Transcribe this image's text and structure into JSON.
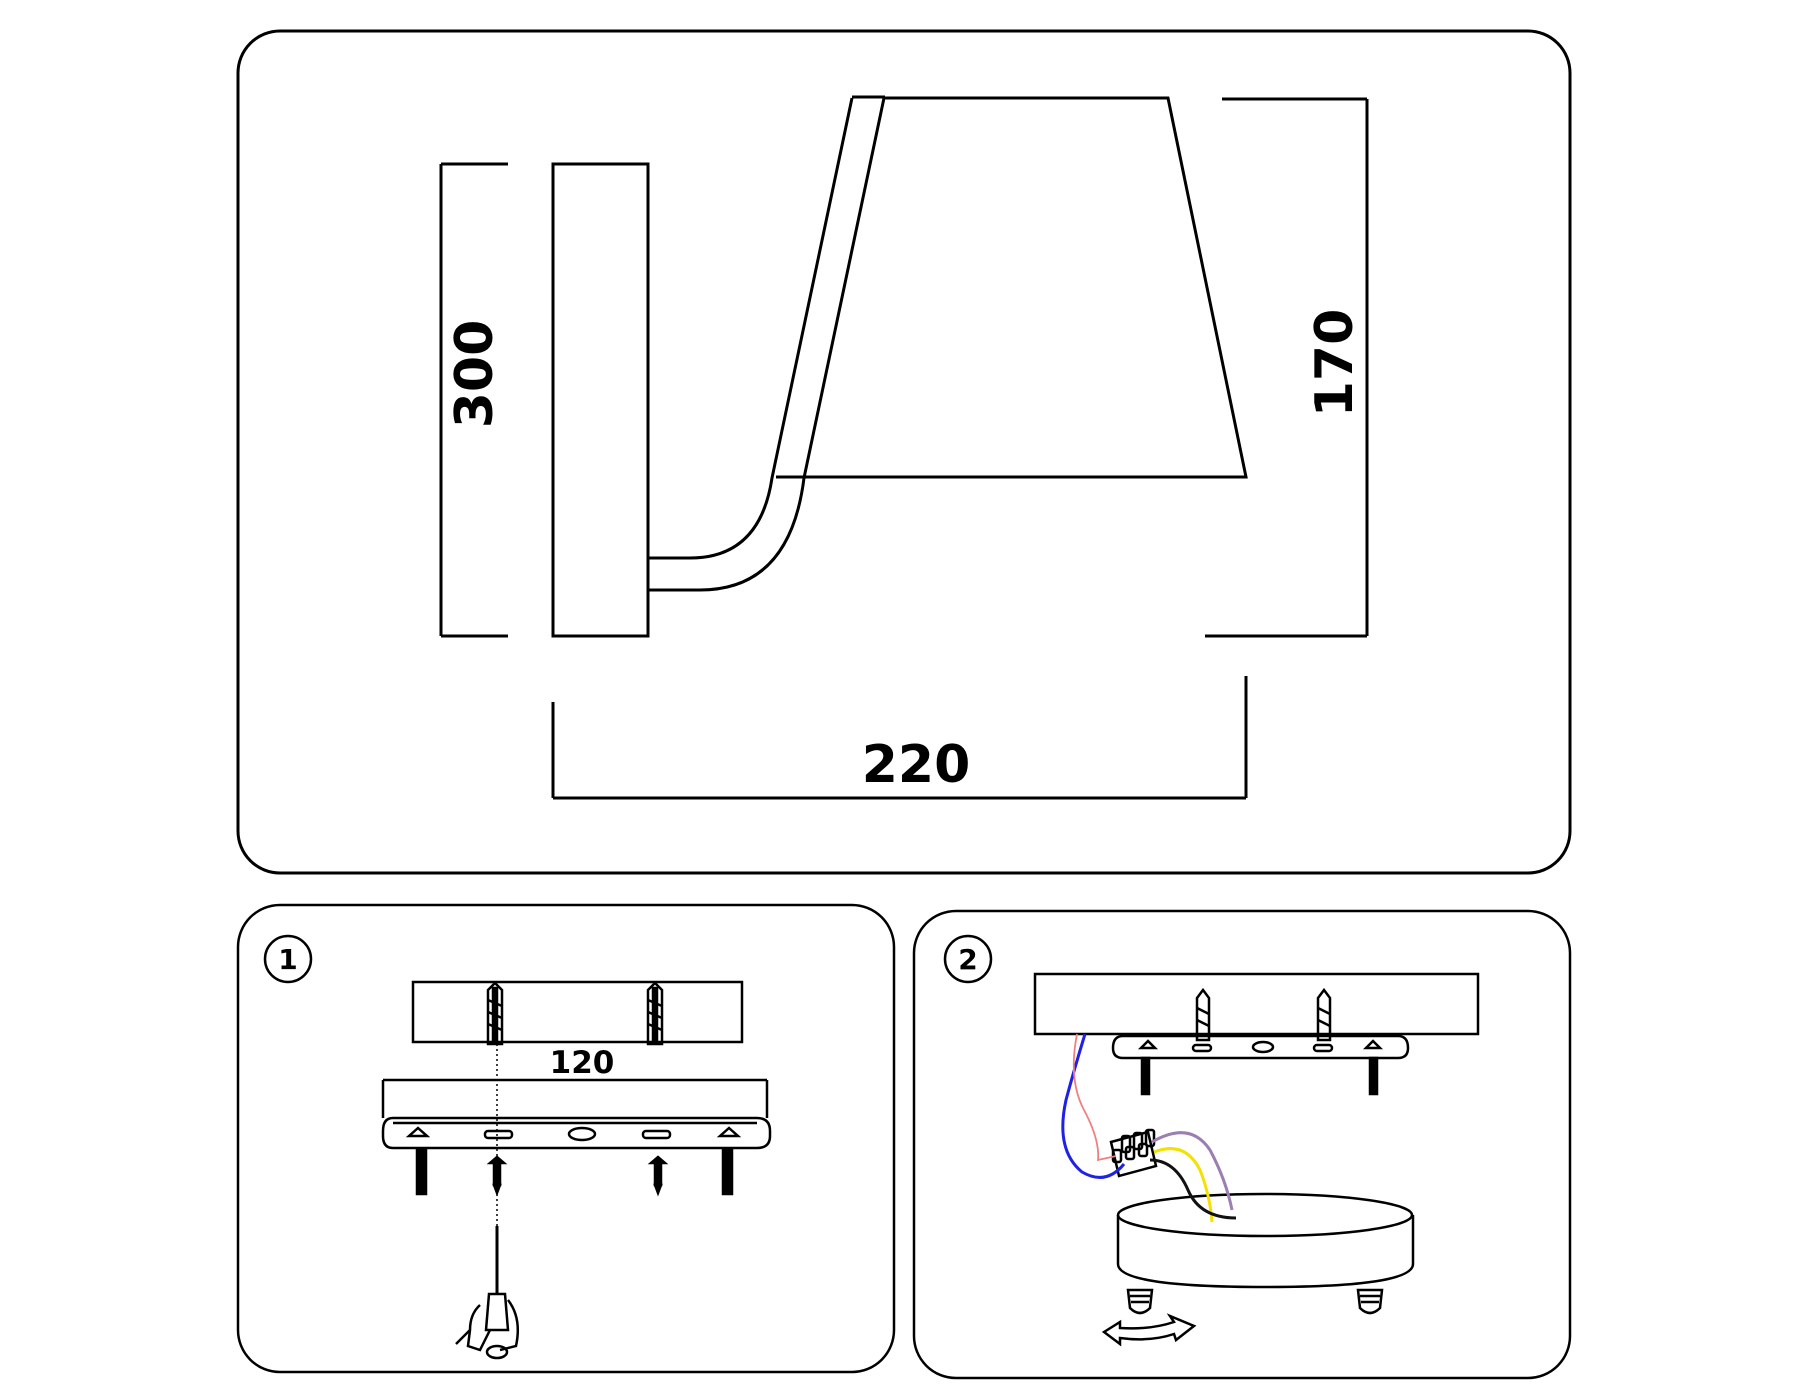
{
  "main_panel": {
    "height_label": "300",
    "shade_height_label": "170",
    "depth_label": "220"
  },
  "step1": {
    "step_number": "1",
    "spacing_label": "120"
  },
  "step2": {
    "step_number": "2"
  },
  "colors": {
    "line": "#000000",
    "wire_blue": "#1f22e6",
    "wire_red": "#f08080",
    "wire_yellow": "#f2e200",
    "wire_purple": "#9a7fb0",
    "wire_black": "#111111"
  }
}
